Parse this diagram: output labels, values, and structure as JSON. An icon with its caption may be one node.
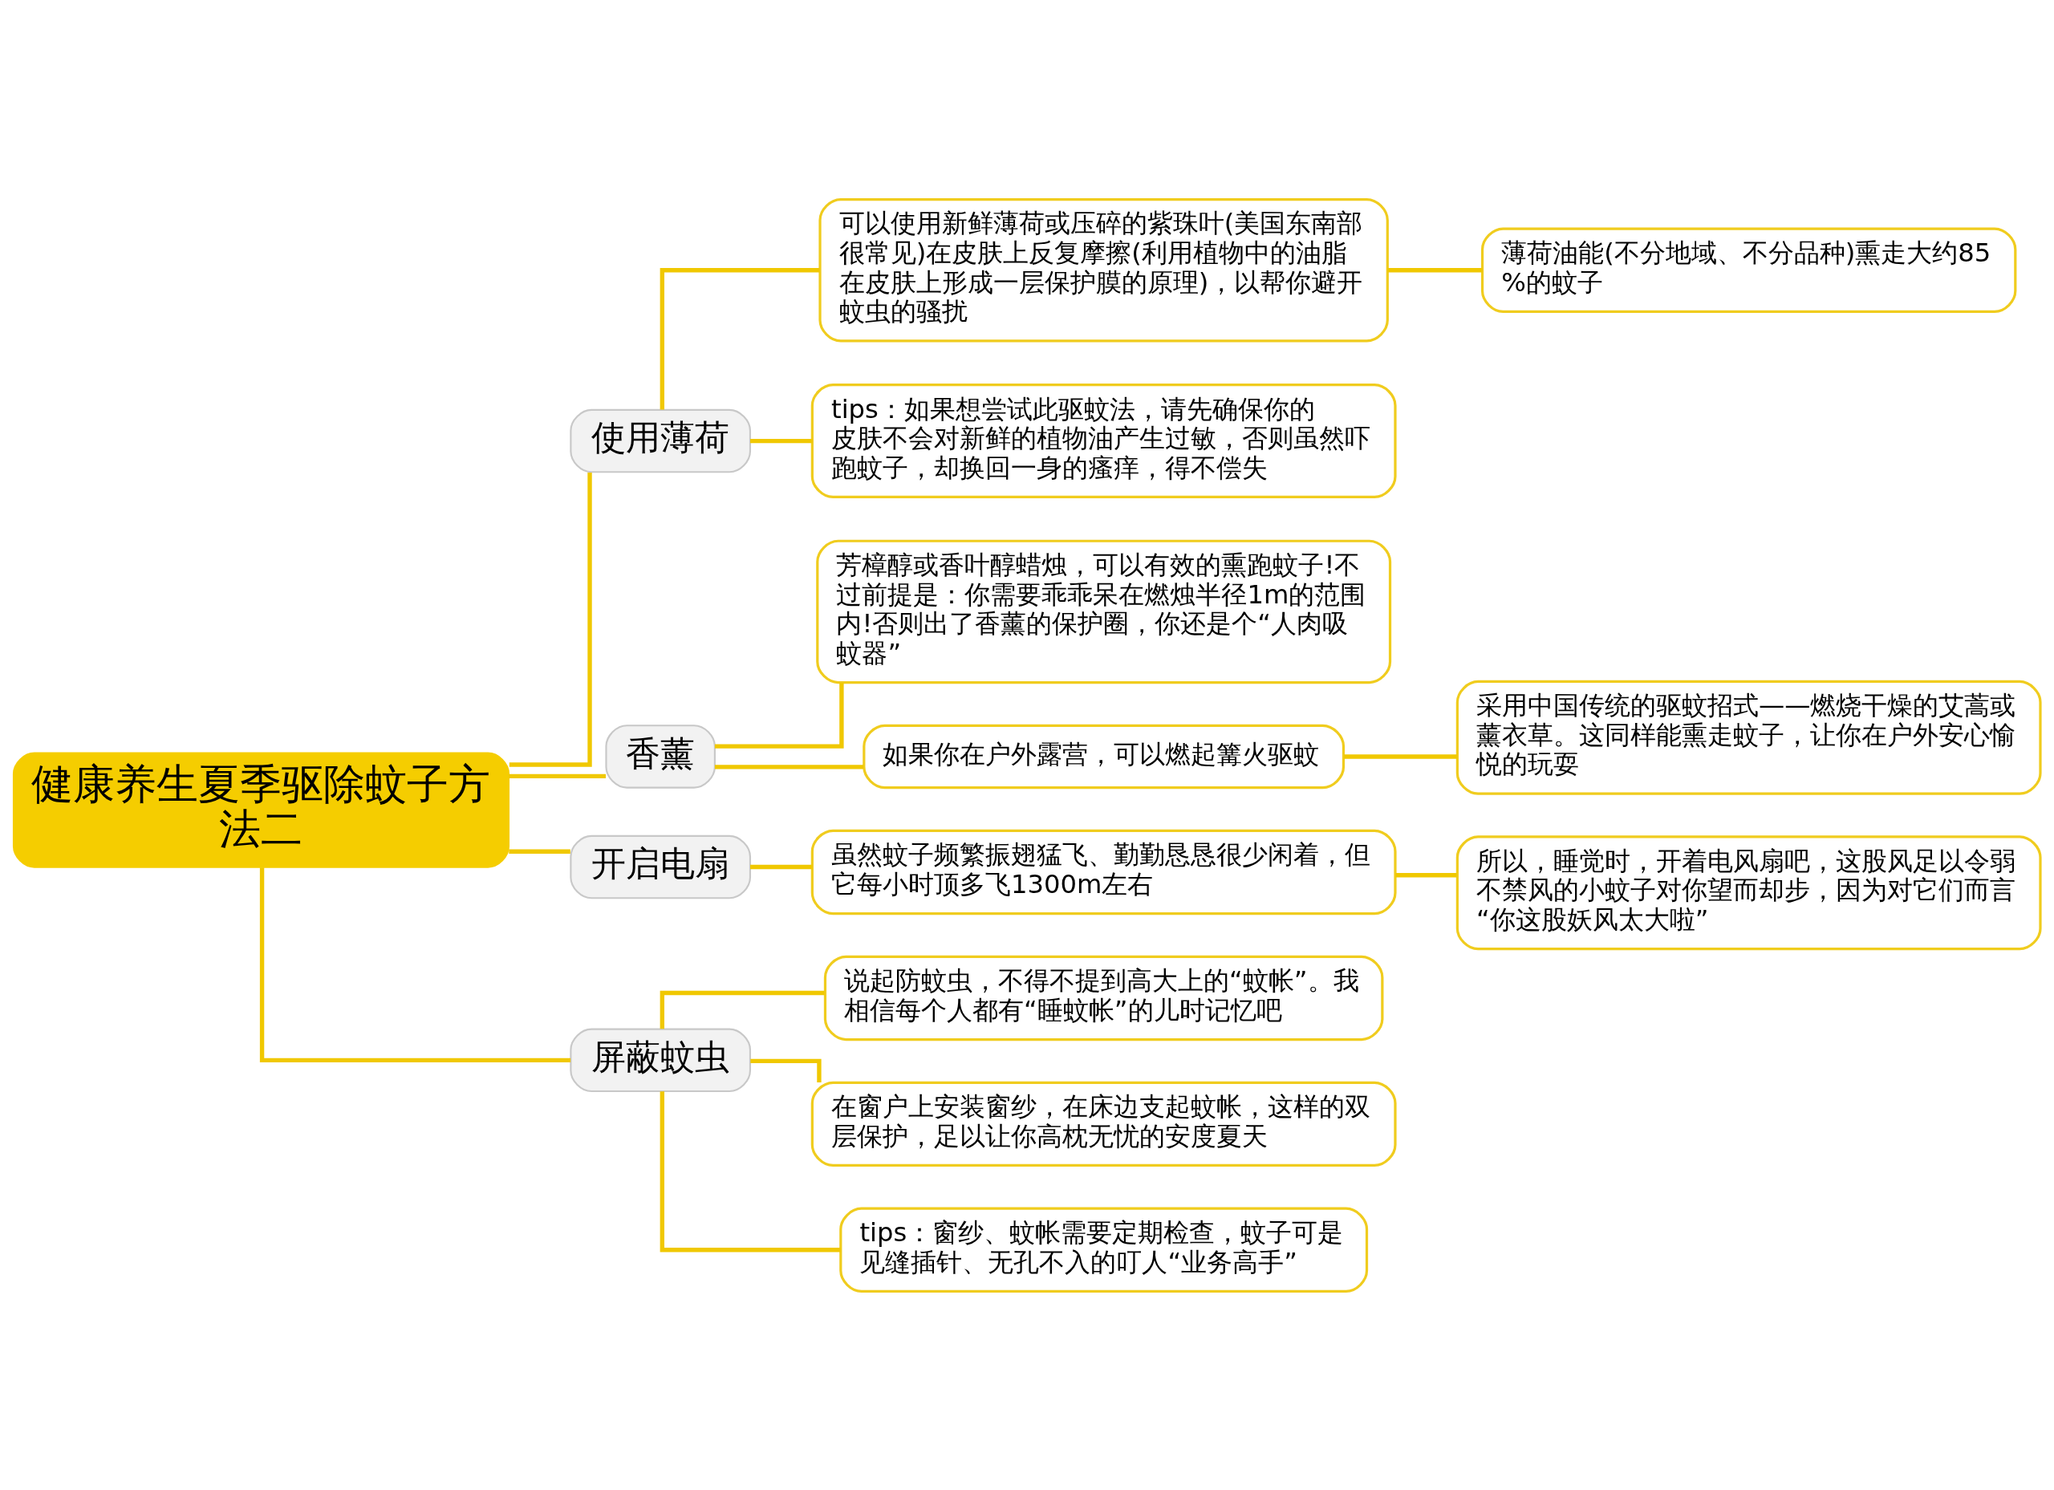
{
  "diagram": {
    "nodes": [
      {
        "text": [
          "健康养生夏季驱除蚊子方法二"
        ]
      },
      {
        "text": [
          "使用薄荷"
        ]
      },
      {
        "text": [
          "可以使用新鲜薄荷或压碎的紫珠叶(美国东南部很常见)在皮肤上反复摩擦(利用植物中的油脂在皮肤上形成一层保护膜的原理)，以帮你避开蚊虫的骚扰"
        ]
      },
      {
        "text": [
          "薄荷油能(不分地域、不分品种)熏走大约85%的蚊子"
        ]
      },
      {
        "text": [
          "tips：如果想尝试此驱蚊法，请先确保你的皮肤不会对新鲜的植物油产生过敏，否则虽然吓跑蚊子，却换回一身的瘙痒，得不偿失"
        ]
      },
      {
        "text": [
          "香薰"
        ]
      },
      {
        "text": [
          "芳樟醇或香叶醇蜡烛，可以有效的熏跑蚊子!不过前提是：你需要乖乖呆在燃烛半径1m的范围内!否则出了香薰的保护圈，你还是个“人肉吸蚊器”"
        ]
      },
      {
        "text": [
          "如果你在户外露营，可以燃起篝火驱蚊"
        ]
      },
      {
        "text": [
          "采用中国传统的驱蚊招式——燃烧干燥的艾蒿或薰衣草。这同样能熏走蚊子，让你在户外安心愉悦的玩耍"
        ]
      },
      {
        "text": [
          "开启电扇"
        ]
      },
      {
        "text": [
          "虽然蚊子频繁振翅猛飞、勤勤恳恳很少闲着，但它每小时顶多飞1300m左右"
        ]
      },
      {
        "text": [
          "所以，睡觉时，开着电风扇吧，这股风足以令弱不禁风的小蚊子对你望而却步，因为对它们而言“你这股妖风太大啦”"
        ]
      },
      {
        "text": [
          "屏蔽蚊虫"
        ]
      },
      {
        "text": [
          "说起防蚊虫，不得不提到高大上的“蚊帐”。我相信每个人都有“睡蚊帐”的儿时记忆吧"
        ]
      },
      {
        "text": [
          "在窗户上安装窗纱，在床边支起蚊帐，这样的双层保护，足以让你高枕无忧的安度夏天"
        ]
      },
      {
        "text": [
          "tips：窗纱、蚊帐需要定期检查，蚊子可是见缝插针、无孔不入的叮人“业务高手”"
        ]
      }
    ],
    "edges": [
      {
        "from": 0,
        "to": 1,
        "arrow": "none"
      },
      {
        "from": 1,
        "to": 2,
        "arrow": "none"
      },
      {
        "from": 2,
        "to": 3,
        "arrow": "none"
      },
      {
        "from": 1,
        "to": 4,
        "arrow": "none"
      },
      {
        "from": 0,
        "to": 5,
        "arrow": "none"
      },
      {
        "from": 5,
        "to": 6,
        "arrow": "none"
      },
      {
        "from": 5,
        "to": 7,
        "arrow": "none"
      },
      {
        "from": 7,
        "to": 8,
        "arrow": "none"
      },
      {
        "from": 0,
        "to": 9,
        "arrow": "none"
      },
      {
        "from": 9,
        "to": 10,
        "arrow": "none"
      },
      {
        "from": 10,
        "to": 11,
        "arrow": "none"
      },
      {
        "from": 0,
        "to": 12,
        "arrow": "none"
      },
      {
        "from": 12,
        "to": 13,
        "arrow": "none"
      },
      {
        "from": 12,
        "to": 14,
        "arrow": "none"
      },
      {
        "from": 12,
        "to": 15,
        "arrow": "none"
      }
    ]
  }
}
